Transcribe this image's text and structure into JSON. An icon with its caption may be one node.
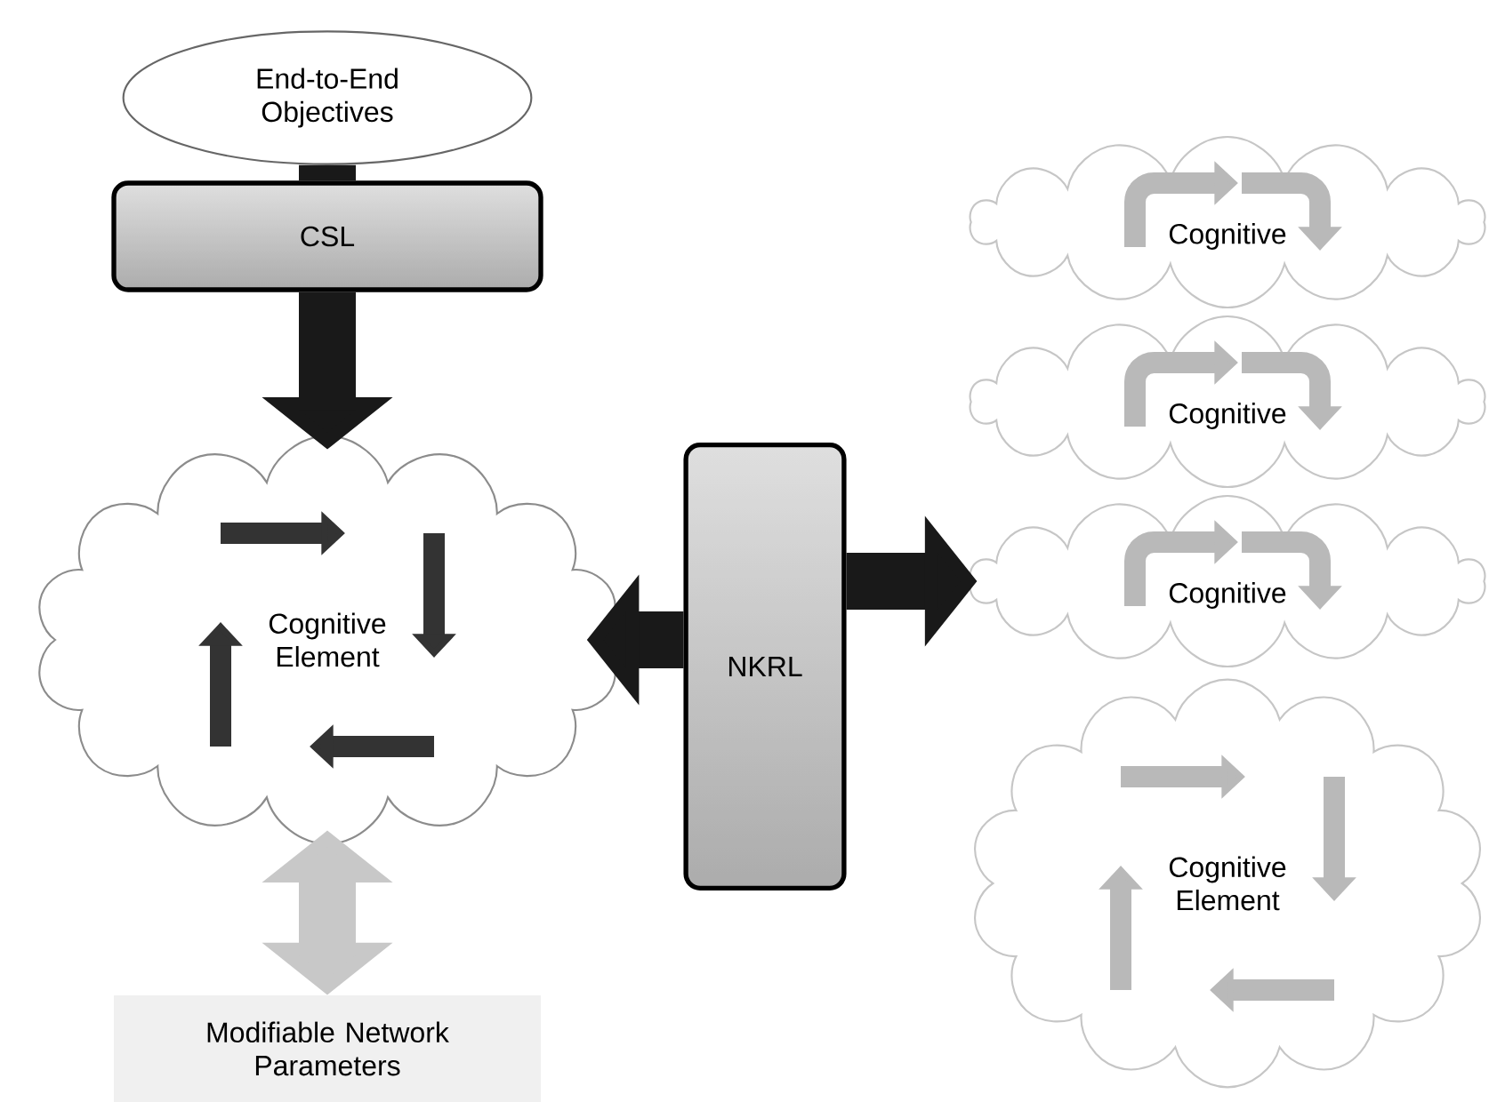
{
  "diagram": {
    "nodes": [
      {
        "text": [
          "End-to-End Objectives"
        ]
      },
      {
        "text": [
          "CSL"
        ]
      },
      {
        "text": [
          "Cognitive Element"
        ]
      },
      {
        "text": [
          "NKRL"
        ]
      },
      {
        "text": [
          "Cognitive"
        ]
      },
      {
        "text": [
          "Cognitive"
        ]
      },
      {
        "text": [
          "Cognitive"
        ]
      },
      {
        "text": [
          "Cognitive Element"
        ]
      },
      {
        "text": [
          "Modifiable Network Parameters"
        ]
      }
    ],
    "edges": [
      {
        "from": 0,
        "to": 1,
        "arrow": "none"
      },
      {
        "from": 1,
        "to": 2,
        "arrow": "to"
      },
      {
        "from": 3,
        "to": 2,
        "arrow": "to"
      },
      {
        "from": 3,
        "to": 6,
        "arrow": "to"
      },
      {
        "from": 2,
        "to": 8,
        "arrow": "both",
        "color": "#c8c8c8"
      }
    ]
  }
}
